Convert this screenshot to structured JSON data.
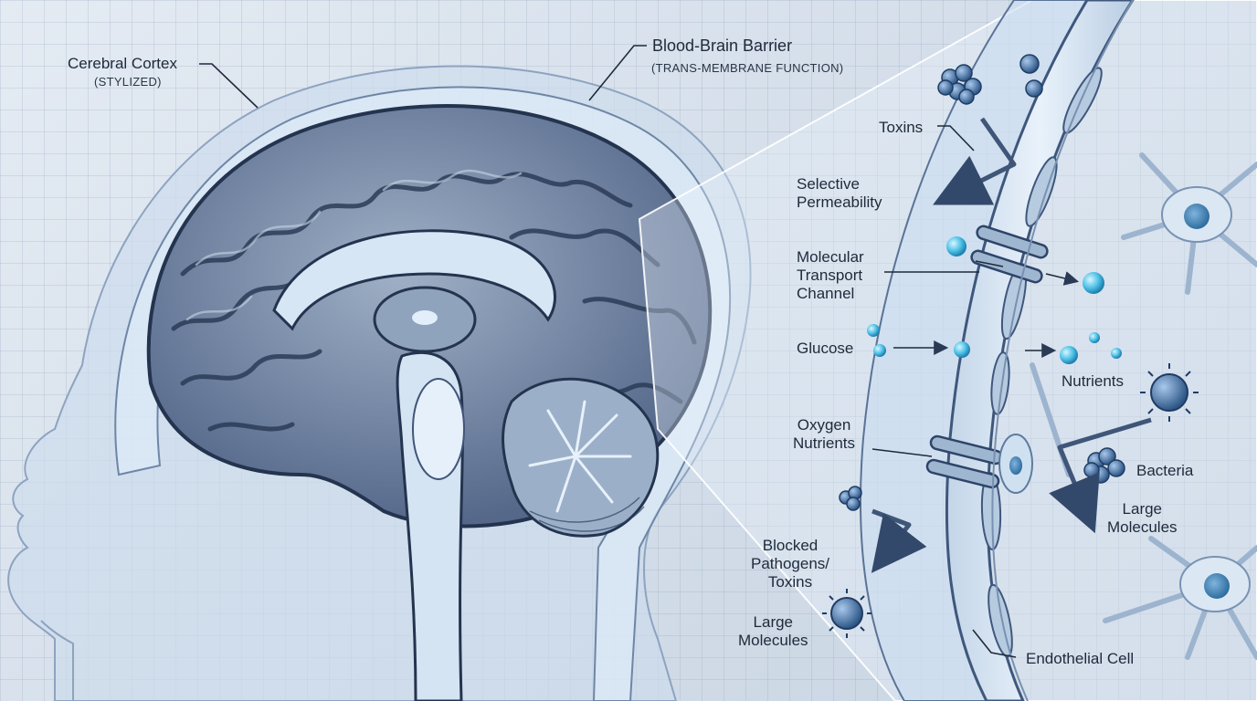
{
  "labels": {
    "cerebral_cortex": "Cerebral Cortex",
    "cerebral_cortex_sub": "(STYLIZED)",
    "bbb": "Blood-Brain Barrier",
    "bbb_sub": "(TRANS-MEMBRANE FUNCTION)",
    "toxins": "Toxins",
    "selective_1": "Selective",
    "selective_2": "Permeability",
    "molecular_1": "Molecular",
    "molecular_2": "Transport",
    "molecular_3": "Channel",
    "glucose": "Glucose",
    "nutrients_right": "Nutrients",
    "oxygen": "Oxygen",
    "oxygen_nutrients": "Nutrients",
    "bacteria": "Bacteria",
    "large_right_1": "Large",
    "large_right_2": "Molecules",
    "blocked_1": "Blocked",
    "blocked_2": "Pathogens/",
    "blocked_3": "Toxins",
    "large_left_1": "Large",
    "large_left_2": "Molecules",
    "endothelial": "Endothelial Cell"
  },
  "colors": {
    "outline": "#24344f",
    "brain_dark": "#4a5d78",
    "brain_mid": "#7d8fa8",
    "brain_light": "#b9c7d9",
    "highlight": "#dbe8f5",
    "particle": "#49b7df",
    "pathogen": "#3e6a9d"
  }
}
